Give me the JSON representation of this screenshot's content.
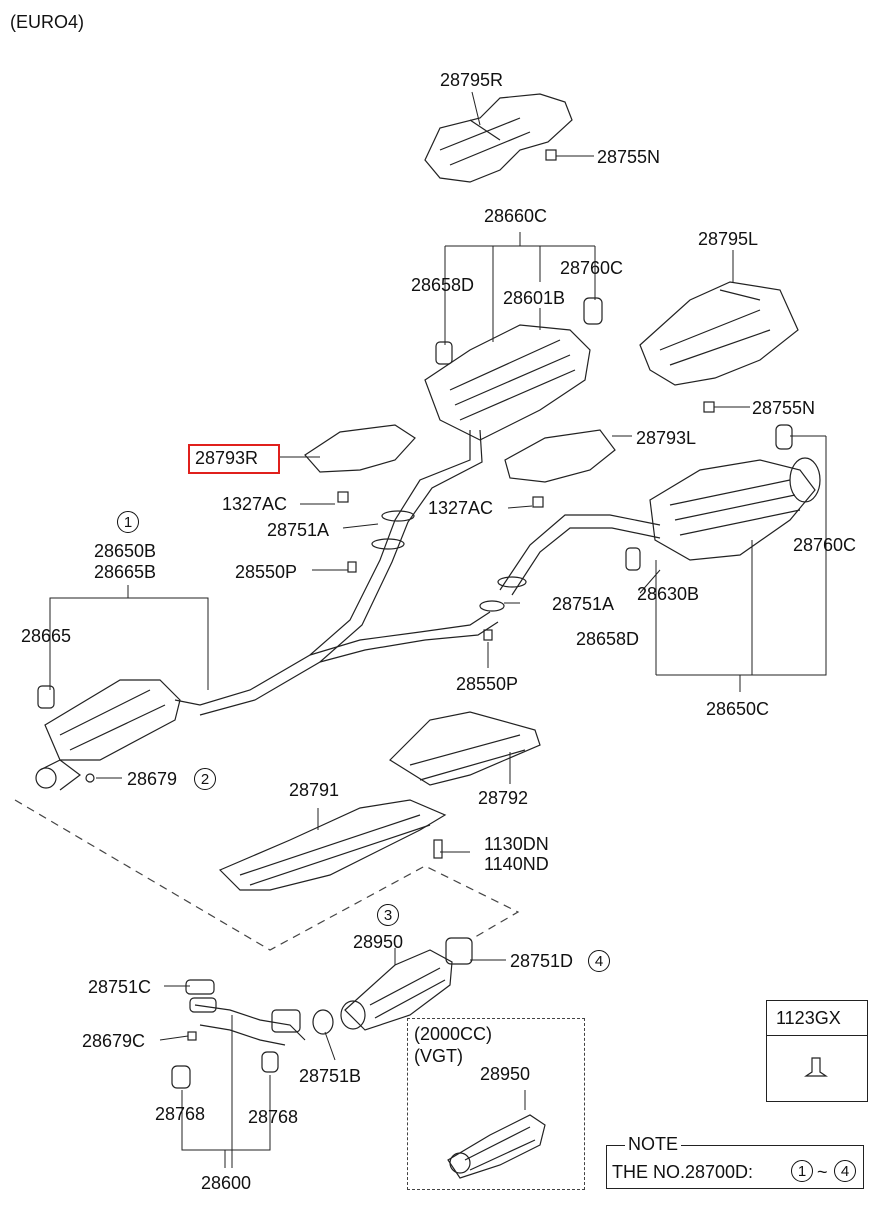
{
  "variant": "(EURO4)",
  "highlighted_part": "28793R",
  "parts": {
    "p28795R": "28795R",
    "p28755N_top": "28755N",
    "p28660C": "28660C",
    "p28658D_top": "28658D",
    "p28760C_top": "28760C",
    "p28601B": "28601B",
    "p28795L": "28795L",
    "p28755N_right": "28755N",
    "p28793R": "28793R",
    "p28793L": "28793L",
    "p1327AC_left": "1327AC",
    "p1327AC_right": "1327AC",
    "p28751A_top": "28751A",
    "p28550P_left": "28550P",
    "p28650B": "28650B",
    "p28665B": "28665B",
    "p28665": "28665",
    "p28760C_right": "28760C",
    "p28630B": "28630B",
    "p28751A_right": "28751A",
    "p28658D_right": "28658D",
    "p28550P_bottom": "28550P",
    "p28650C": "28650C",
    "p28679": "28679",
    "p28791": "28791",
    "p28792": "28792",
    "p1130DN": "1130DN",
    "p1140ND": "1140ND",
    "p28950": "28950",
    "p28751D": "28751D",
    "p28751C": "28751C",
    "p28679C": "28679C",
    "p28751B": "28751B",
    "p28768_left": "28768",
    "p28768_right": "28768",
    "p28600": "28600",
    "p28950_vgt": "28950"
  },
  "circled": {
    "c1": "1",
    "c2": "2",
    "c3": "3",
    "c4": "4",
    "note_c1": "1",
    "note_c4": "4"
  },
  "variant_box": {
    "line1": "(2000CC)",
    "line2": "(VGT)"
  },
  "legend": {
    "title": "1123GX"
  },
  "note": {
    "title": "NOTE",
    "text": "THE NO.28700D:",
    "range_sep": "~"
  }
}
